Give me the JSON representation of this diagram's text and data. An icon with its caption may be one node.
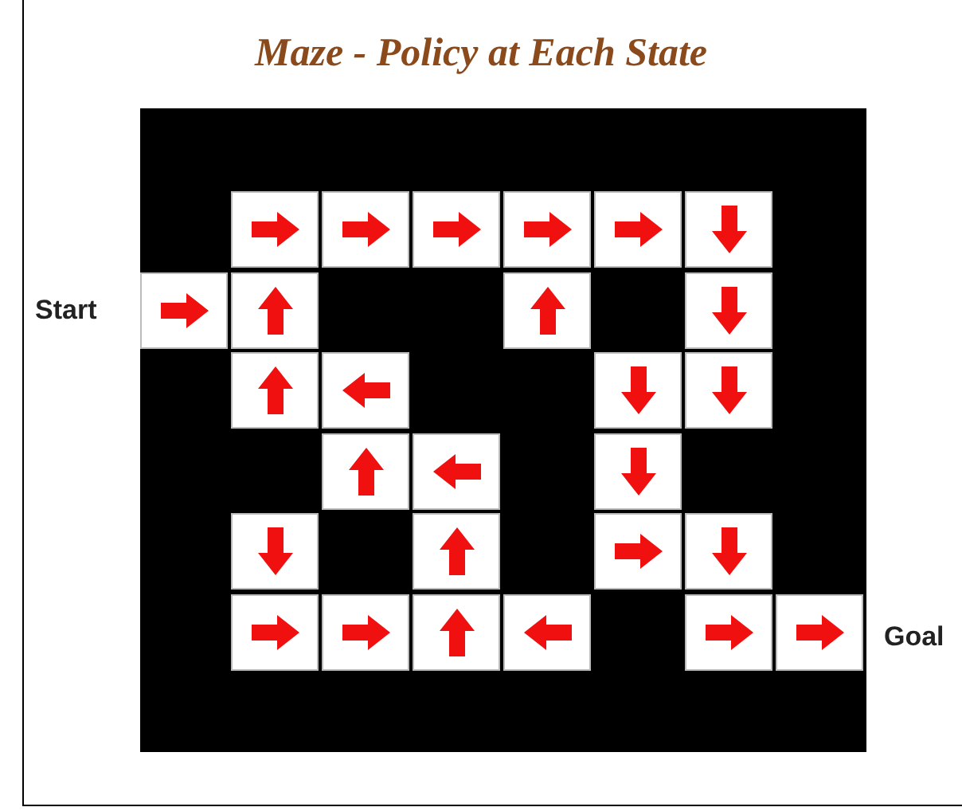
{
  "diagram": {
    "title": "Maze - Policy at Each State",
    "labels": [
      "Start",
      "Goal"
    ]
  }
}
